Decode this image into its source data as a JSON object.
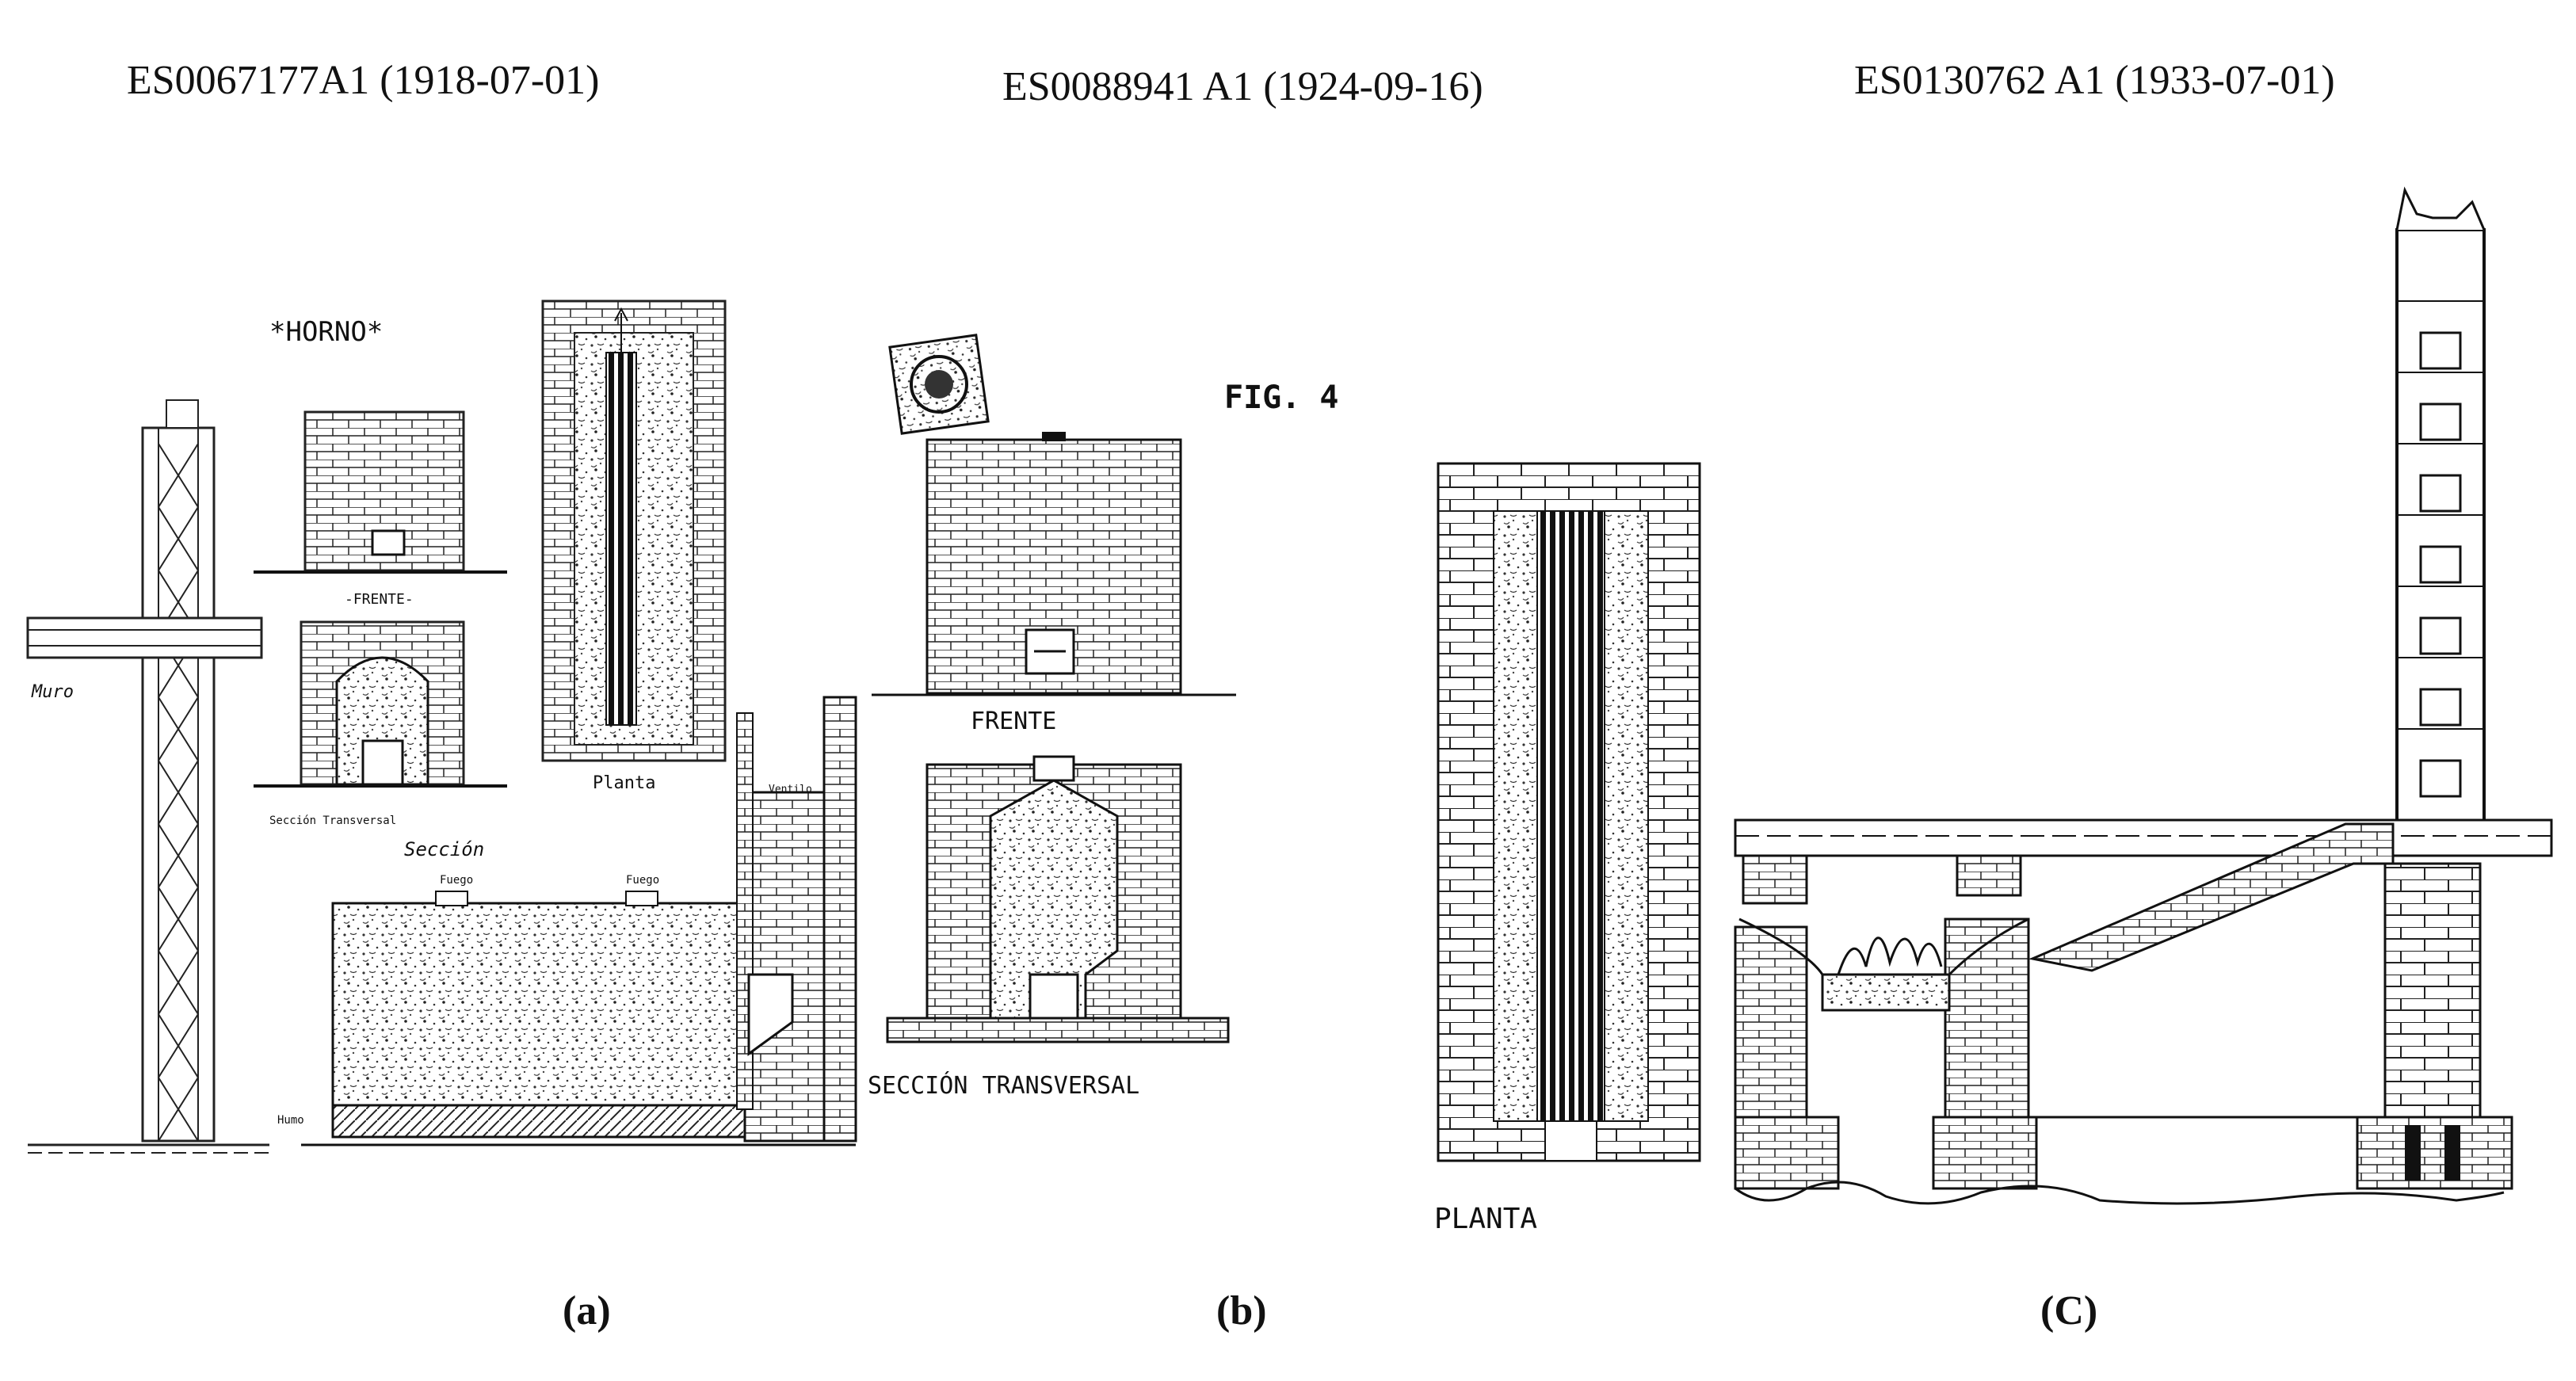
{
  "panels": [
    {
      "title": "ES0067177A1 (1918-07-01)",
      "caption": "(a)",
      "labels": {
        "horno": "*HORNO*",
        "frente": "-FRENTE-",
        "seccion_transversal": "Sección Transversal",
        "planta": "Planta",
        "seccion": "Sección",
        "muro": "Muro",
        "fuego_1": "Fuego",
        "fuego_2": "Fuego",
        "humo": "Humo",
        "ventilo": "Ventilo"
      }
    },
    {
      "title": "ES0088941 A1 (1924-09-16)",
      "caption": "(b)",
      "labels": {
        "fig": "FIG. 4",
        "frente": "FRENTE",
        "seccion_transversal": "SECCIÓN TRANSVERSAL",
        "planta": "PLANTA"
      }
    },
    {
      "title": "ES0130762 A1 (1933-07-01)",
      "caption": "(C)"
    }
  ]
}
